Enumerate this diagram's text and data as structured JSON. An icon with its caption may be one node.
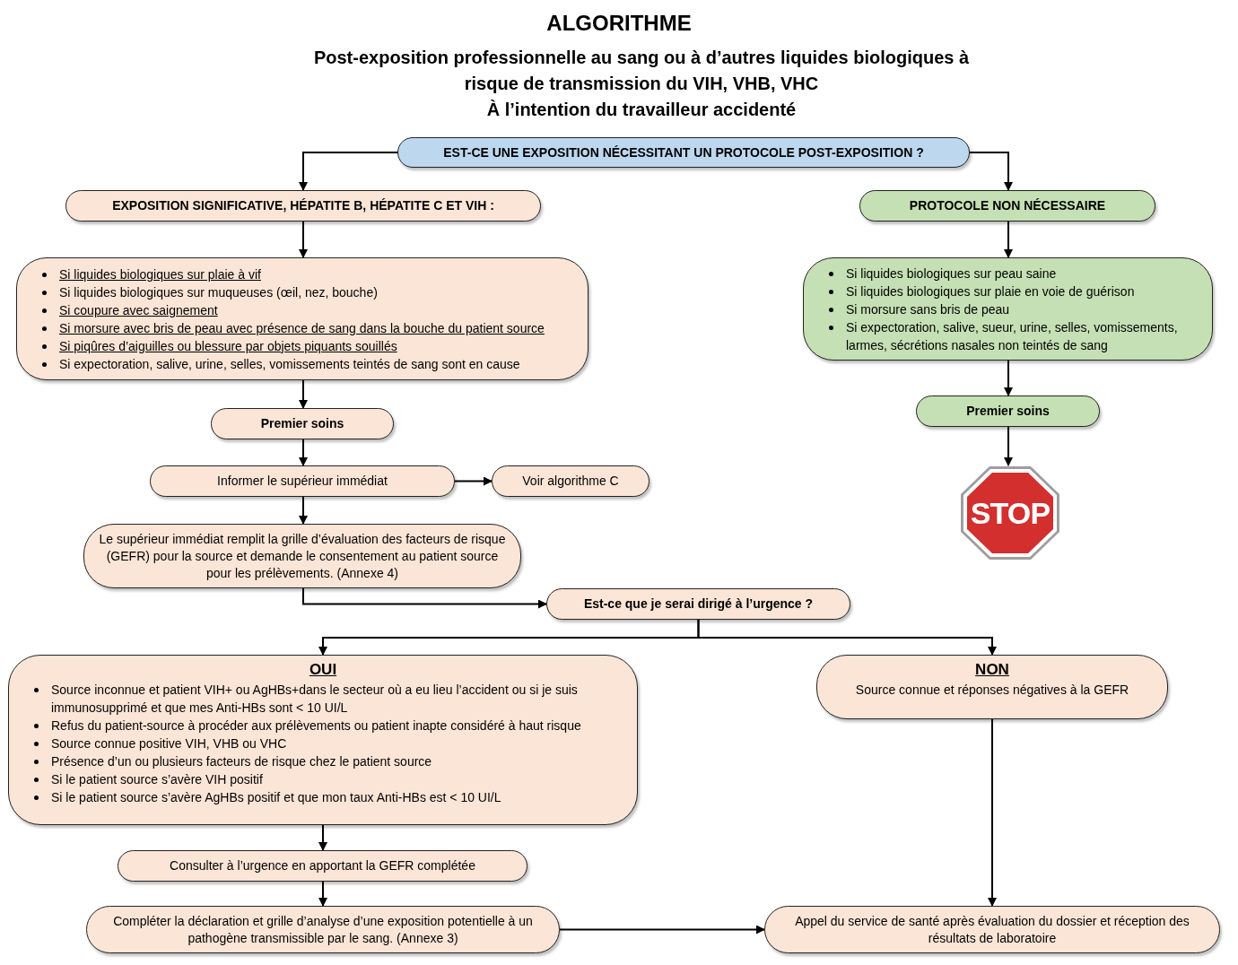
{
  "diagram": {
    "title": "ALGORITHME",
    "nodes": [
      {
        "text": [
          "EST-CE UNE EXPOSITION NÉCESSITANT UN PROTOCOLE POST-EXPOSITION ?"
        ]
      },
      {
        "text": [
          "EXPOSITION SIGNIFICATIVE, HÉPATITE B, HÉPATITE C ET VIH :"
        ]
      },
      {
        "text": [
          "PROTOCOLE NON NÉCESSAIRE"
        ]
      },
      {
        "text": [
          "Si liquides biologiques sur plaie à vif",
          "Si liquides biologiques sur muqueuses (œil, nez, bouche)",
          "Si coupure avec saignement",
          "Si morsure avec bris de peau avec présence de sang dans la bouche du patient source",
          "Si piqûres d’aiguilles ou blessure par objets piquants souillés",
          "Si expectoration, salive, urine, selles, vomissements teintés de sang sont en cause"
        ]
      },
      {
        "text": [
          "Si liquides biologiques sur peau saine",
          "Si liquides biologiques sur plaie en voie de guérison",
          "Si morsure sans bris de peau",
          "Si expectoration, salive, sueur, urine, selles, vomissements, larmes, sécrétions nasales non teintés de sang"
        ]
      },
      {
        "text": [
          "Premier soins"
        ]
      },
      {
        "text": [
          "Premier soins"
        ]
      },
      {
        "text": [
          "STOP"
        ]
      },
      {
        "text": [
          "Informer le supérieur immédiat"
        ]
      },
      {
        "text": [
          "Voir algorithme C"
        ]
      },
      {
        "text": [
          "Le supérieur immédiat remplit la grille d’évaluation des facteurs de risque (GEFR) pour la source et demande le consentement au patient source pour les prélèvements. (Annexe 4)"
        ]
      },
      {
        "text": [
          "Est-ce que je serai dirigé à l’urgence ?"
        ]
      },
      {
        "text": [
          "OUI",
          "Source inconnue et patient VIH+ ou AgHBs+dans le secteur où a eu lieu l’accident ou si je suis immunosupprimé et que mes Anti-HBs sont < 10 UI/L",
          "Refus du patient-source à procéder aux prélèvements ou patient inapte considéré à haut risque",
          "Source connue positive VIH, VHB ou VHC",
          "Présence d’un ou plusieurs facteurs de risque chez le patient source",
          "Si le patient source s’avère VIH positif",
          "Si le patient source s’avère AgHBs positif et que mon taux Anti-HBs est < 10 UI/L"
        ]
      },
      {
        "text": [
          "NON",
          "Source connue et réponses négatives à la GEFR"
        ]
      },
      {
        "text": [
          "Consulter à l’urgence en apportant la GEFR complétée"
        ]
      },
      {
        "text": [
          "Compléter la déclaration et grille d’analyse d’une exposition potentielle à un pathogène transmissible par le sang. (Annexe 3)"
        ]
      },
      {
        "text": [
          "Appel du service de santé après évaluation du dossier et réception des résultats de laboratoire"
        ]
      }
    ],
    "edges": [
      {
        "from": 0,
        "to": 1,
        "arrow": "to"
      },
      {
        "from": 0,
        "to": 2,
        "arrow": "to"
      },
      {
        "from": 1,
        "to": 3,
        "arrow": "to"
      },
      {
        "from": 3,
        "to": 5,
        "arrow": "to"
      },
      {
        "from": 5,
        "to": 8,
        "arrow": "to"
      },
      {
        "from": 8,
        "to": 9,
        "arrow": "to"
      },
      {
        "from": 8,
        "to": 10,
        "arrow": "to"
      },
      {
        "from": 10,
        "to": 11,
        "arrow": "to"
      },
      {
        "from": 11,
        "to": 12,
        "arrow": "to"
      },
      {
        "from": 11,
        "to": 13,
        "arrow": "to"
      },
      {
        "from": 2,
        "to": 4,
        "arrow": "to"
      },
      {
        "from": 4,
        "to": 6,
        "arrow": "to"
      },
      {
        "from": 6,
        "to": 7,
        "arrow": "to"
      },
      {
        "from": 12,
        "to": 14,
        "arrow": "to"
      },
      {
        "from": 14,
        "to": 15,
        "arrow": "to"
      },
      {
        "from": 15,
        "to": 16,
        "arrow": "to"
      },
      {
        "from": 13,
        "to": 16,
        "arrow": "to"
      }
    ],
    "labels": [
      "Post-exposition professionnelle au sang ou à d’autres liquides biologiques à risque de transmission du VIH, VHB, VHC",
      "À l’intention du travailleur accidenté"
    ]
  }
}
